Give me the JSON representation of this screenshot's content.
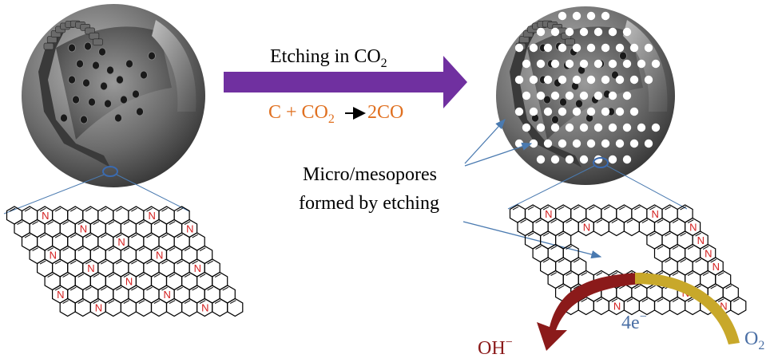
{
  "process": {
    "label": "Etching in CO",
    "label_sub": "2",
    "equation": {
      "lhs": "C + CO",
      "lhs_sub": "2",
      "rhs": "2CO"
    },
    "arrow_color": "#7030a0",
    "equation_color": "#e07020"
  },
  "pores_annotation": {
    "line1": "Micro/mesopores",
    "line2": "formed by etching",
    "pointer_color": "#4a7ab0"
  },
  "reaction": {
    "product": "OH",
    "product_sup": "−",
    "electrons": "4e",
    "electrons_sup": "−",
    "reactant": "O",
    "reactant_sub": "2",
    "product_color": "#8b1a1a",
    "electrons_color": "#4a6fa5",
    "reactant_color": "#c8a82a"
  },
  "lattice": {
    "heteroatom": "N",
    "heteroatom_color": "#d42020"
  }
}
